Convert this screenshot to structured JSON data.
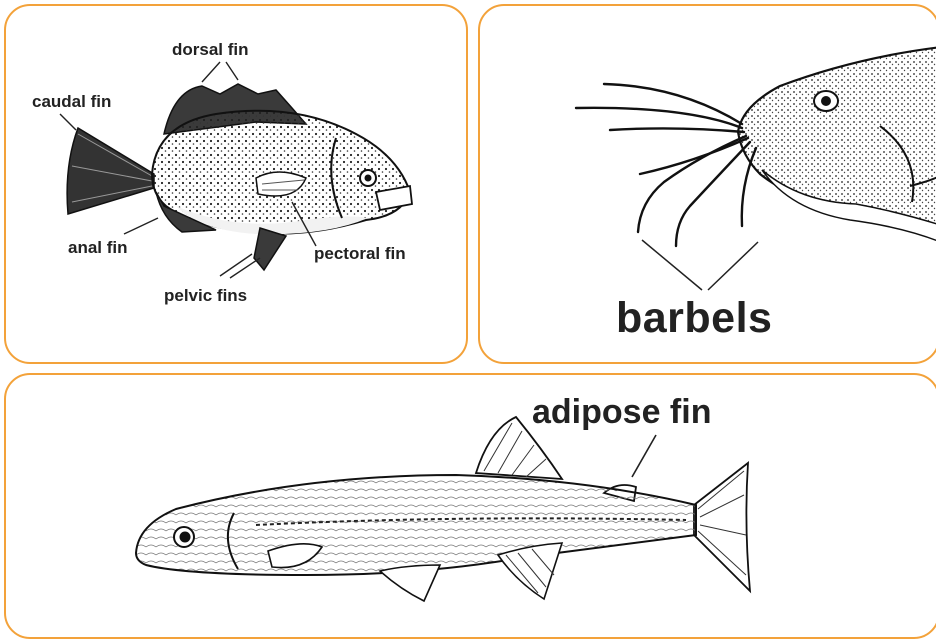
{
  "sunfish_panel": {
    "labels": {
      "dorsal_fin": "dorsal fin",
      "caudal_fin": "caudal fin",
      "anal_fin": "anal fin",
      "pectoral_fin": "pectoral fin",
      "pelvic_fins": "pelvic fins"
    }
  },
  "catfish_panel": {
    "labels": {
      "barbels": "barbels"
    }
  },
  "trout_panel": {
    "labels": {
      "adipose_fin": "adipose fin"
    }
  },
  "colors": {
    "border": "#f3a23a",
    "text": "#222222",
    "ink": "#1a1a1a"
  }
}
